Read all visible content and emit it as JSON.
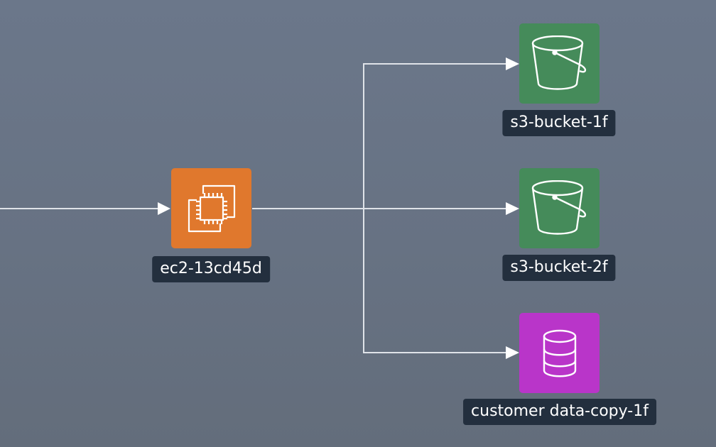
{
  "diagram": {
    "nodes": [
      {
        "id": "ec2",
        "label": "ec2-13cd45d",
        "service": "EC2",
        "icon": "chip-icon",
        "color": "#e0782d"
      },
      {
        "id": "s3-1",
        "label": "s3-bucket-1f",
        "service": "S3",
        "icon": "bucket-icon",
        "color": "#458b5a"
      },
      {
        "id": "s3-2",
        "label": "s3-bucket-2f",
        "service": "S3",
        "icon": "bucket-icon",
        "color": "#458b5a"
      },
      {
        "id": "rds",
        "label": "customer data-copy-1f",
        "service": "Database",
        "icon": "database-icon",
        "color": "#b935c9"
      }
    ],
    "edges": [
      {
        "from": "(offscreen)",
        "to": "ec2"
      },
      {
        "from": "ec2",
        "to": "s3-1"
      },
      {
        "from": "ec2",
        "to": "s3-2"
      },
      {
        "from": "ec2",
        "to": "rds"
      }
    ],
    "colors": {
      "edge": "#e6e9ee",
      "label_bg": "#232f3e",
      "label_text": "#ffffff"
    }
  }
}
